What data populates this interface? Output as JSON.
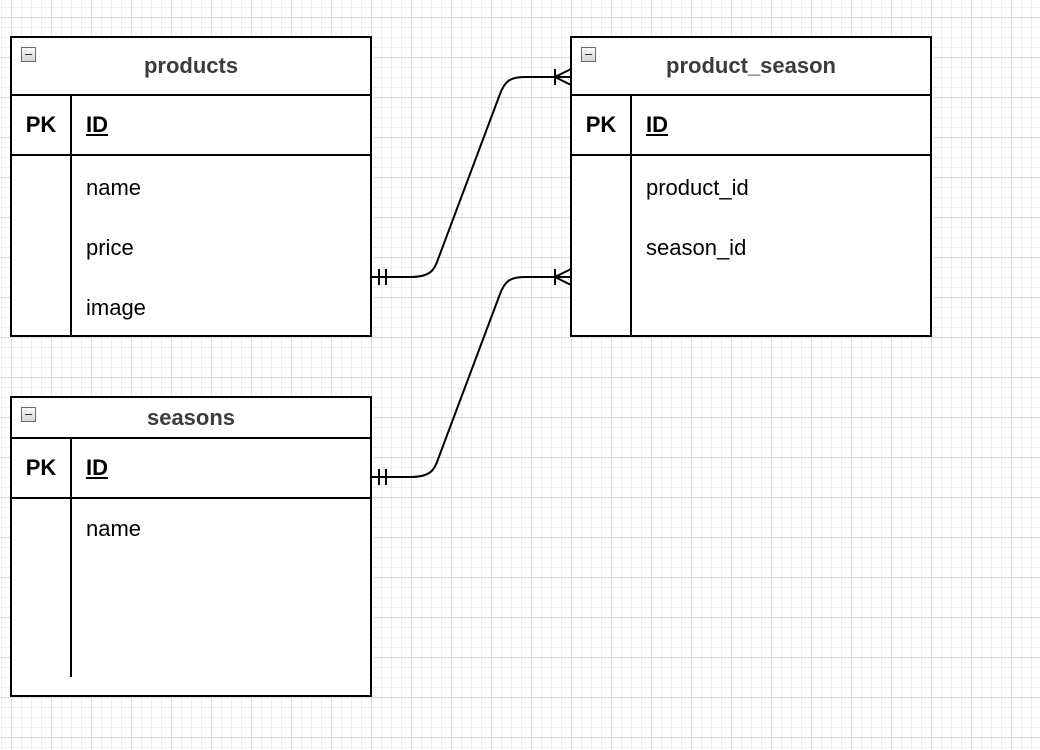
{
  "entities": {
    "products": {
      "title": "products",
      "pk_label": "PK",
      "pk_field": "ID",
      "fields": [
        "name",
        "price",
        "image"
      ]
    },
    "product_season": {
      "title": "product_season",
      "pk_label": "PK",
      "pk_field": "ID",
      "fields": [
        "product_id",
        "season_id"
      ]
    },
    "seasons": {
      "title": "seasons",
      "pk_label": "PK",
      "pk_field": "ID",
      "fields": [
        "name"
      ]
    }
  },
  "relationships": [
    {
      "from": "products",
      "to": "product_season",
      "from_end": "one-and-only-one",
      "to_end": "one-or-many"
    },
    {
      "from": "seasons",
      "to": "product_season",
      "from_end": "one-and-only-one",
      "to_end": "one-or-many"
    }
  ]
}
